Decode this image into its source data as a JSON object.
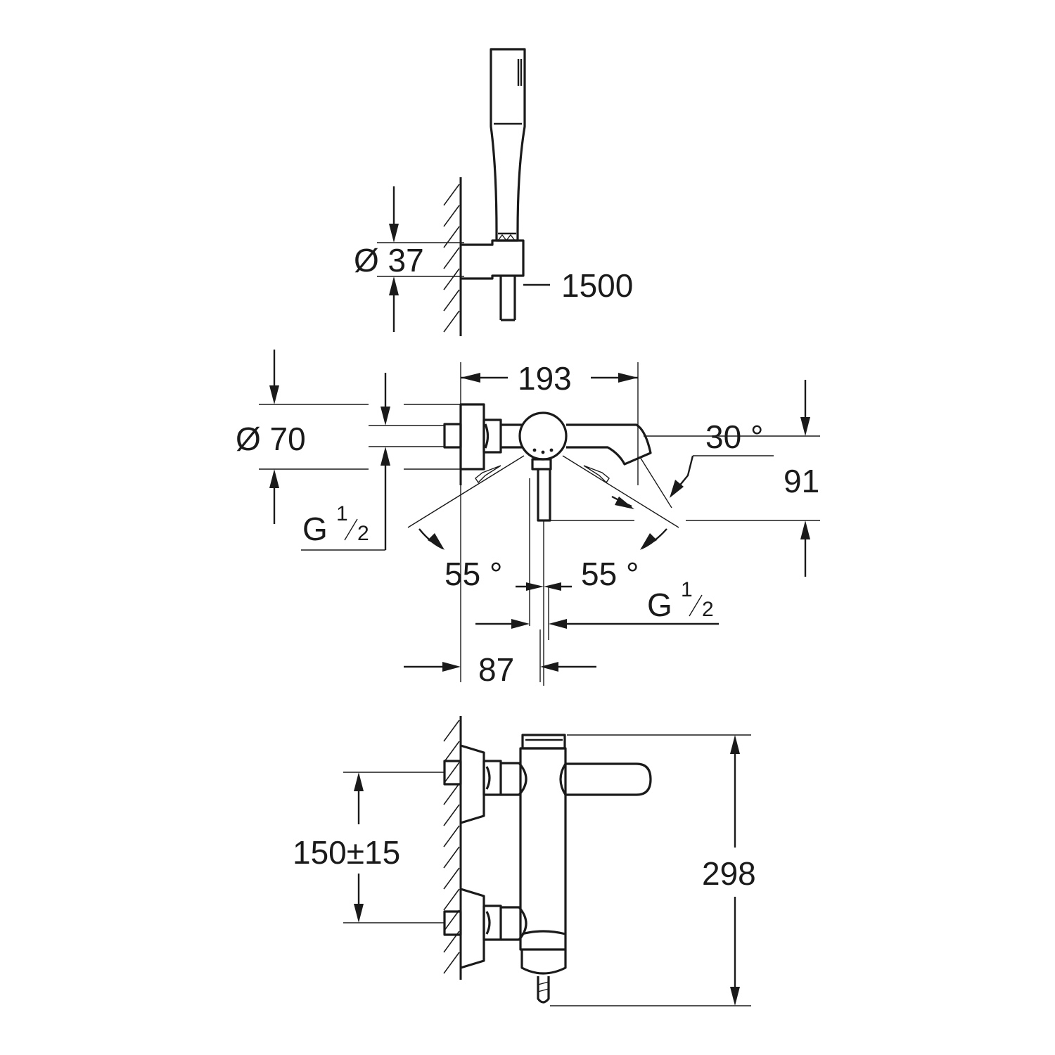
{
  "labels": {
    "diameter_holder": "Ø 37",
    "hose_length": "1500",
    "width_193": "193",
    "diameter_rosette": "Ø 70",
    "angle_spout": "30 °",
    "height_91": "91",
    "thread_left_main": "G",
    "thread_left_num": "1",
    "thread_left_den": "2",
    "angle_left": "55 °",
    "angle_right": "55 °",
    "thread_right_main": "G",
    "thread_right_num": "1",
    "thread_right_den": "2",
    "projection_87": "87",
    "centres": "150±15",
    "height_298": "298"
  }
}
